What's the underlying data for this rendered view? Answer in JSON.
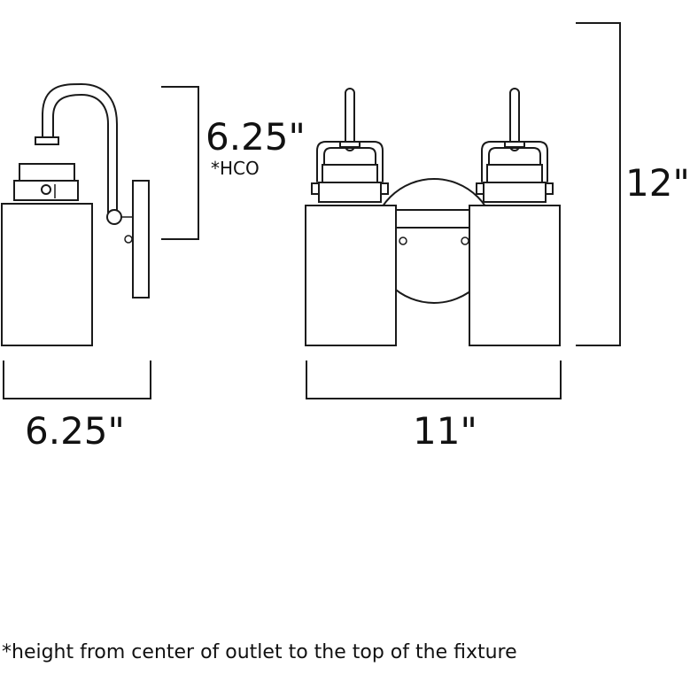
{
  "dimensions": {
    "side_height": "6.25\"",
    "hco_note": "*HCO",
    "side_width": "6.25\"",
    "front_width": "11\"",
    "front_height": "12\""
  },
  "footnote": "*height from center of outlet to the top of the fixture"
}
